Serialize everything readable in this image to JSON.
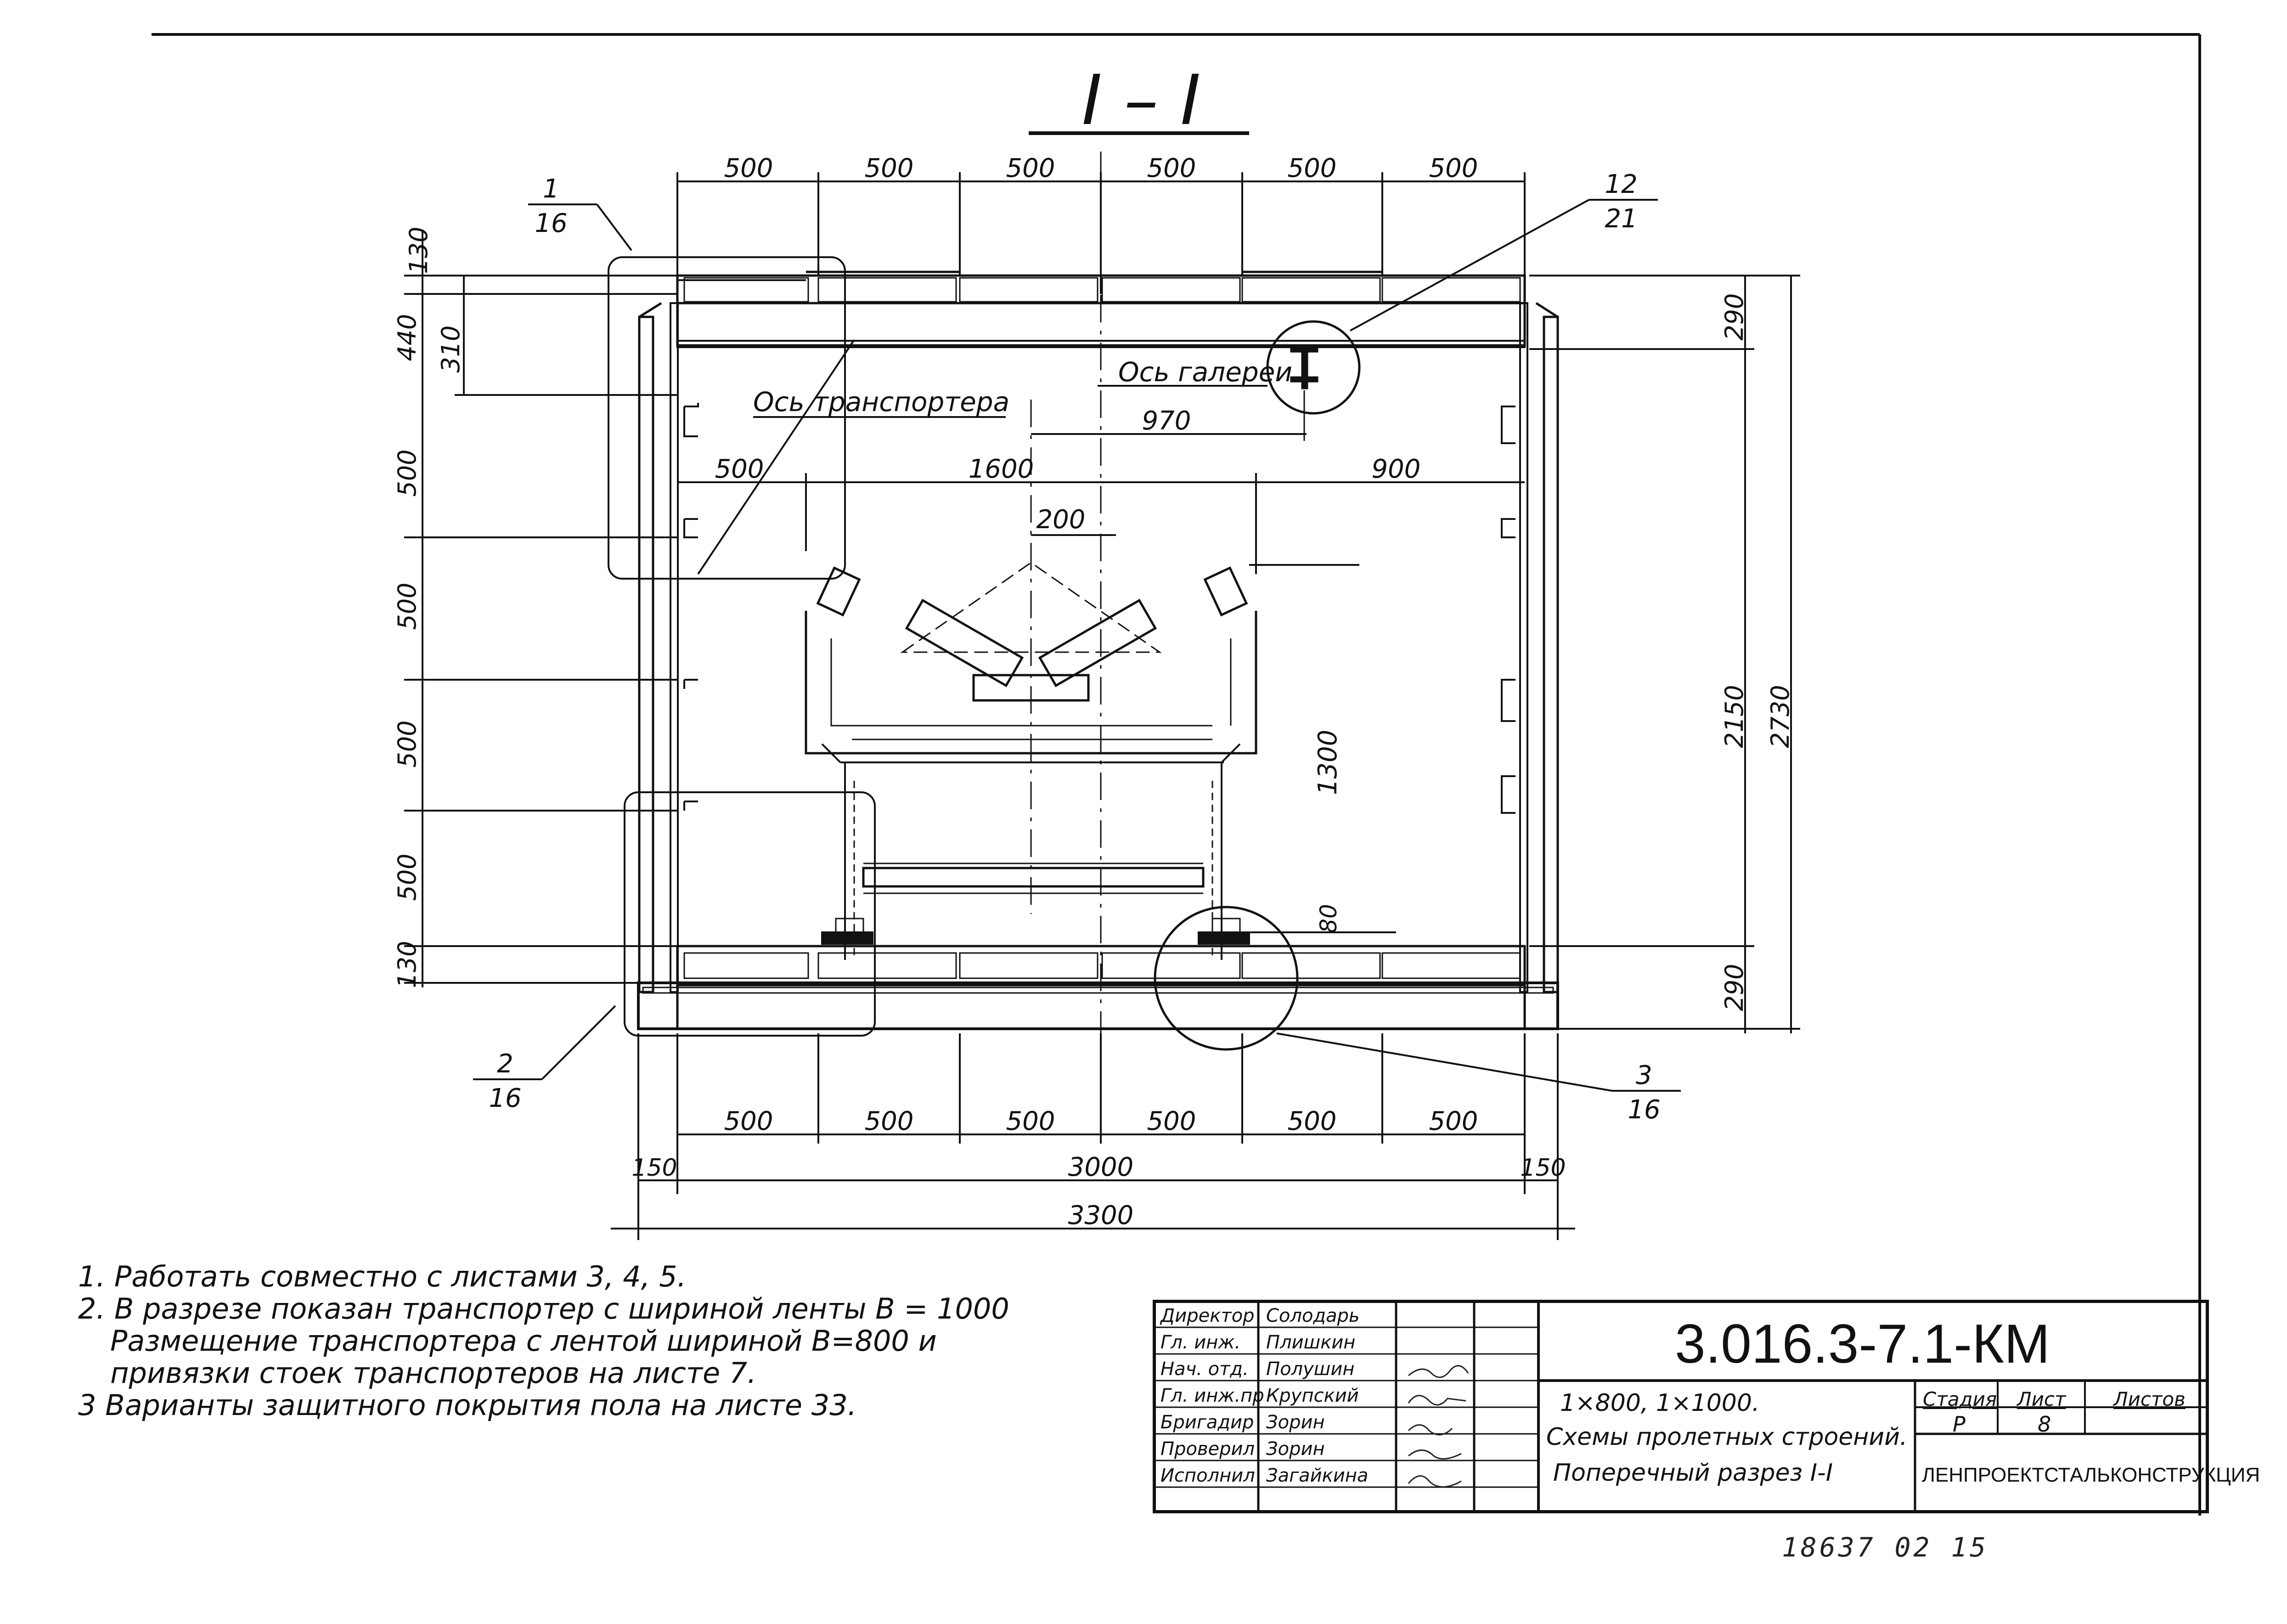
{
  "section_title": "I – I",
  "dims": {
    "top": [
      "500",
      "500",
      "500",
      "500",
      "500",
      "500"
    ],
    "bottom": [
      "500",
      "500",
      "500",
      "500",
      "500",
      "500"
    ],
    "bottom_total_left": "150",
    "bottom_total_mid": "3000",
    "bottom_total_right": "150",
    "overall": "3300",
    "left_chain": [
      "130",
      "440",
      "310",
      "500",
      "500",
      "500",
      "500",
      "130"
    ],
    "right_top": "290",
    "right_mid": "2150",
    "right_total": "2730",
    "right_bottom": "290",
    "interior_left": "500",
    "interior_mid": "1600",
    "interior_right": "900",
    "axis_offset": "970",
    "conveyor_200": "200",
    "conveyor_1300": "1300",
    "conveyor_80": "80"
  },
  "labels": {
    "axis_conveyor": "Ось транспортера",
    "axis_gallery": "Ось галереи"
  },
  "callouts": [
    {
      "num": "1",
      "sheet": "16"
    },
    {
      "num": "12",
      "sheet": "21"
    },
    {
      "num": "2",
      "sheet": "16"
    },
    {
      "num": "3",
      "sheet": "16"
    }
  ],
  "notes": [
    "1. Работать совместно с листами 3, 4, 5.",
    "2. В разрезе показан транспортер с шириной ленты В = 1000",
    "Размещение транспортера с лентой шириной В=800 и",
    "привязки стоек транспортеров на листе 7.",
    "3 Варианты защитного покрытия пола на листе 33."
  ],
  "title_block": {
    "roles": [
      "Директор",
      "Гл. инж.",
      "Нач. отд.",
      "Гл. инж.пр",
      "Бригадир",
      "Проверил",
      "Исполнил"
    ],
    "names": [
      "Солодарь",
      "Плишкин",
      "Полушин",
      "Крупский",
      "Зорин",
      "Зорин",
      "Загайкина"
    ],
    "doc_code": "3.016.3-7.1-КМ",
    "desc1": "1×800, 1×1000.",
    "desc2": "Схемы пролетных строений.",
    "desc3": "Поперечный разрез I-I",
    "stage_h": "Стадия",
    "sheet_h": "Лист",
    "sheets_h": "Листов",
    "stage": "Р",
    "sheet": "8",
    "org": "ЛЕНПРОЕКТСТАЛЬКОНСТРУКЦИЯ"
  },
  "archive_number": "18637 02 15"
}
